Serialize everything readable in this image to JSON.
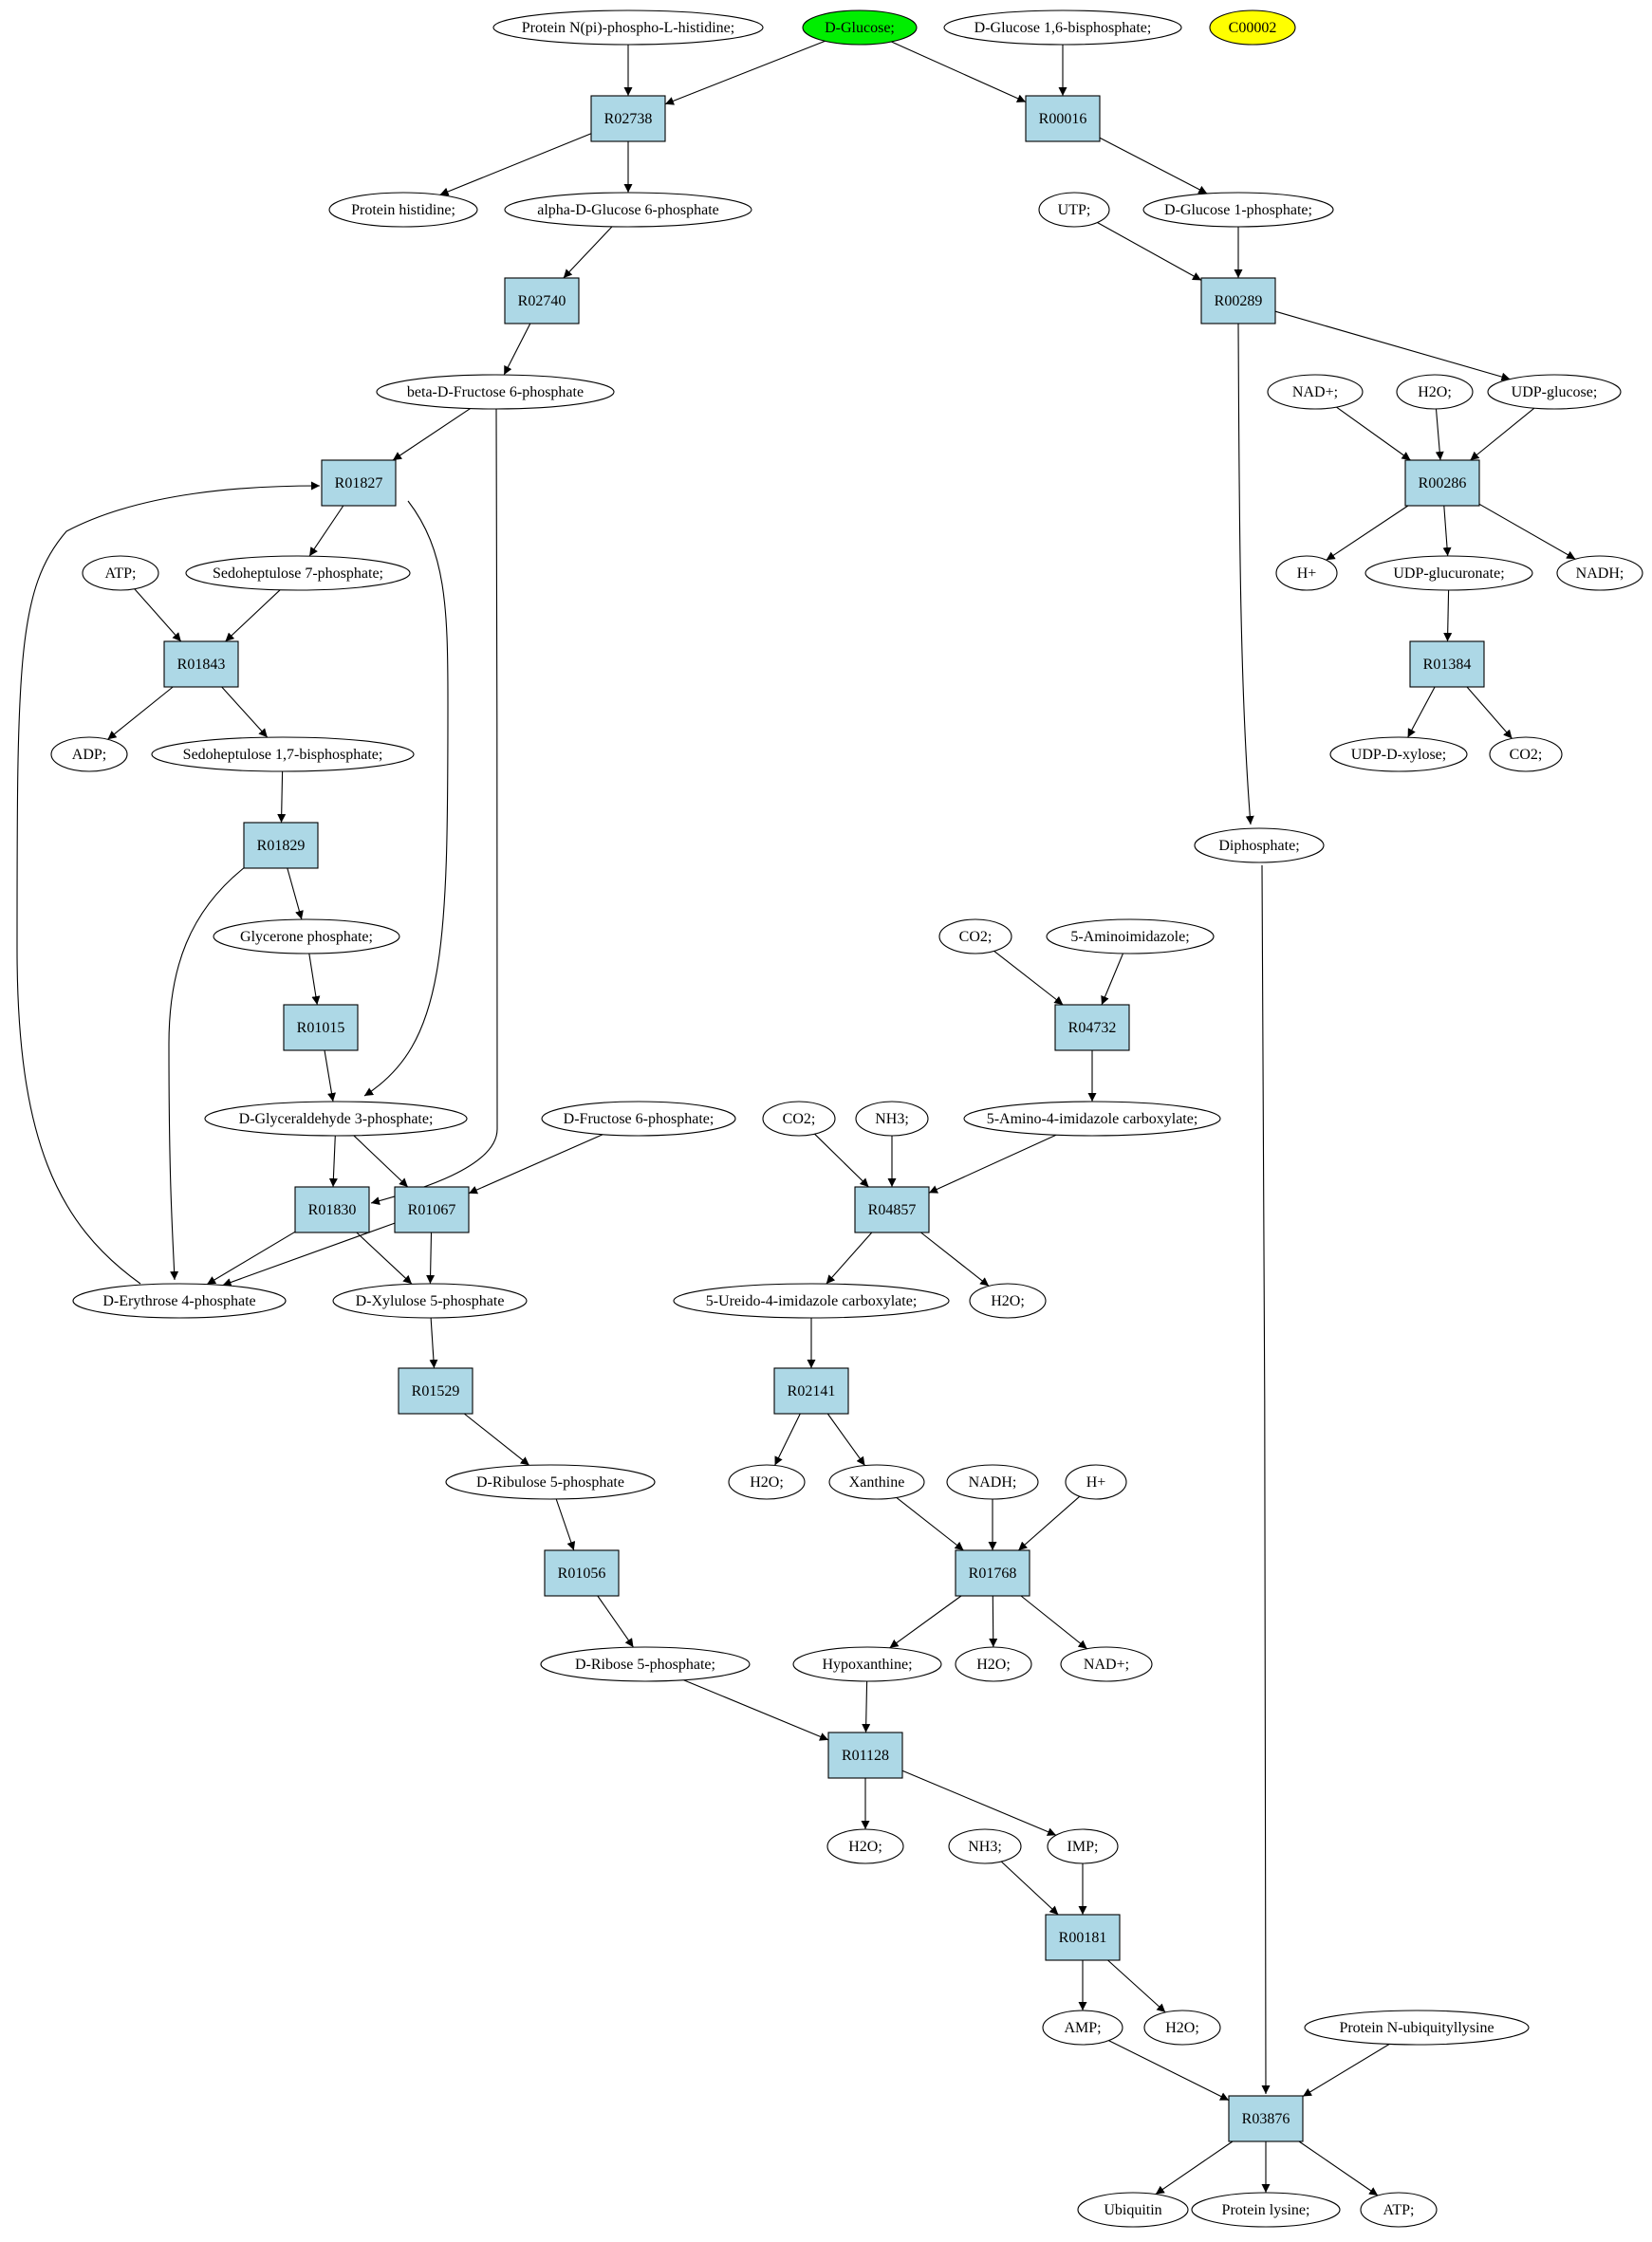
{
  "colors": {
    "reaction_fill": "#add8e6",
    "compound_fill": "#ffffff",
    "source_fill": "#00ee00",
    "highlight_fill": "#ffff00",
    "edge": "#000000"
  },
  "nodes": [
    {
      "id": "n_protein_npi",
      "label": "Protein N(pi)-phospho-L-histidine;",
      "kind": "compound"
    },
    {
      "id": "n_dglucose",
      "label": "D-Glucose;",
      "kind": "source"
    },
    {
      "id": "n_dglucose16bp",
      "label": "D-Glucose 1,6-bisphosphate;",
      "kind": "compound"
    },
    {
      "id": "n_c00002",
      "label": "C00002",
      "kind": "highlight"
    },
    {
      "id": "r_R02738",
      "label": "R02738",
      "kind": "reaction"
    },
    {
      "id": "r_R00016",
      "label": "R00016",
      "kind": "reaction"
    },
    {
      "id": "n_prot_his",
      "label": "Protein histidine;",
      "kind": "compound"
    },
    {
      "id": "n_ag6p",
      "label": "alpha-D-Glucose 6-phosphate",
      "kind": "compound"
    },
    {
      "id": "n_utp",
      "label": "UTP;",
      "kind": "compound"
    },
    {
      "id": "n_g1p",
      "label": "D-Glucose 1-phosphate;",
      "kind": "compound"
    },
    {
      "id": "r_R02740",
      "label": "R02740",
      "kind": "reaction"
    },
    {
      "id": "r_R00289",
      "label": "R00289",
      "kind": "reaction"
    },
    {
      "id": "n_bf6p",
      "label": "beta-D-Fructose 6-phosphate",
      "kind": "compound"
    },
    {
      "id": "n_nadp1",
      "label": "NAD+;",
      "kind": "compound"
    },
    {
      "id": "n_h2o_a",
      "label": "H2O;",
      "kind": "compound"
    },
    {
      "id": "n_udpglc",
      "label": "UDP-glucose;",
      "kind": "compound"
    },
    {
      "id": "r_R01827",
      "label": "R01827",
      "kind": "reaction"
    },
    {
      "id": "r_R00286",
      "label": "R00286",
      "kind": "reaction"
    },
    {
      "id": "n_atp_a",
      "label": "ATP;",
      "kind": "compound"
    },
    {
      "id": "n_s7p",
      "label": "Sedoheptulose 7-phosphate;",
      "kind": "compound"
    },
    {
      "id": "n_hplus_a",
      "label": "H+",
      "kind": "compound"
    },
    {
      "id": "n_udpglcA",
      "label": "UDP-glucuronate;",
      "kind": "compound"
    },
    {
      "id": "n_nadh_a",
      "label": "NADH;",
      "kind": "compound"
    },
    {
      "id": "r_R01843",
      "label": "R01843",
      "kind": "reaction"
    },
    {
      "id": "r_R01384",
      "label": "R01384",
      "kind": "reaction"
    },
    {
      "id": "n_adp",
      "label": "ADP;",
      "kind": "compound"
    },
    {
      "id": "n_s17bp",
      "label": "Sedoheptulose 1,7-bisphosphate;",
      "kind": "compound"
    },
    {
      "id": "n_udpxyl",
      "label": "UDP-D-xylose;",
      "kind": "compound"
    },
    {
      "id": "n_co2_a",
      "label": "CO2;",
      "kind": "compound"
    },
    {
      "id": "r_R01829",
      "label": "R01829",
      "kind": "reaction"
    },
    {
      "id": "n_diphos",
      "label": "Diphosphate;",
      "kind": "compound"
    },
    {
      "id": "n_glyp",
      "label": "Glycerone phosphate;",
      "kind": "compound"
    },
    {
      "id": "n_co2_b",
      "label": "CO2;",
      "kind": "compound"
    },
    {
      "id": "n_5aimid",
      "label": "5-Aminoimidazole;",
      "kind": "compound"
    },
    {
      "id": "r_R01015",
      "label": "R01015",
      "kind": "reaction"
    },
    {
      "id": "r_R04732",
      "label": "R04732",
      "kind": "reaction"
    },
    {
      "id": "n_g3p",
      "label": "D-Glyceraldehyde 3-phosphate;",
      "kind": "compound"
    },
    {
      "id": "n_f6p",
      "label": "D-Fructose 6-phosphate;",
      "kind": "compound"
    },
    {
      "id": "n_co2_c",
      "label": "CO2;",
      "kind": "compound"
    },
    {
      "id": "n_nh3_a",
      "label": "NH3;",
      "kind": "compound"
    },
    {
      "id": "n_5a4icarb",
      "label": "5-Amino-4-imidazole carboxylate;",
      "kind": "compound"
    },
    {
      "id": "r_R01830",
      "label": "R01830",
      "kind": "reaction"
    },
    {
      "id": "r_R01067",
      "label": "R01067",
      "kind": "reaction"
    },
    {
      "id": "r_R04857",
      "label": "R04857",
      "kind": "reaction"
    },
    {
      "id": "n_e4p",
      "label": "D-Erythrose 4-phosphate",
      "kind": "compound"
    },
    {
      "id": "n_x5p",
      "label": "D-Xylulose 5-phosphate",
      "kind": "compound"
    },
    {
      "id": "n_5u4icarb",
      "label": "5-Ureido-4-imidazole carboxylate;",
      "kind": "compound"
    },
    {
      "id": "n_h2o_b",
      "label": "H2O;",
      "kind": "compound"
    },
    {
      "id": "r_R01529",
      "label": "R01529",
      "kind": "reaction"
    },
    {
      "id": "r_R02141",
      "label": "R02141",
      "kind": "reaction"
    },
    {
      "id": "n_ru5p",
      "label": "D-Ribulose 5-phosphate",
      "kind": "compound"
    },
    {
      "id": "n_h2o_c",
      "label": "H2O;",
      "kind": "compound"
    },
    {
      "id": "n_xanth",
      "label": "Xanthine",
      "kind": "compound"
    },
    {
      "id": "n_nadh_b",
      "label": "NADH;",
      "kind": "compound"
    },
    {
      "id": "n_hplus_b",
      "label": "H+",
      "kind": "compound"
    },
    {
      "id": "r_R01056",
      "label": "R01056",
      "kind": "reaction"
    },
    {
      "id": "r_R01768",
      "label": "R01768",
      "kind": "reaction"
    },
    {
      "id": "n_r5p",
      "label": "D-Ribose 5-phosphate;",
      "kind": "compound"
    },
    {
      "id": "n_hypox",
      "label": "Hypoxanthine;",
      "kind": "compound"
    },
    {
      "id": "n_h2o_d",
      "label": "H2O;",
      "kind": "compound"
    },
    {
      "id": "n_nadp2",
      "label": "NAD+;",
      "kind": "compound"
    },
    {
      "id": "r_R01128",
      "label": "R01128",
      "kind": "reaction"
    },
    {
      "id": "n_h2o_e",
      "label": "H2O;",
      "kind": "compound"
    },
    {
      "id": "n_nh3_b",
      "label": "NH3;",
      "kind": "compound"
    },
    {
      "id": "n_imp",
      "label": "IMP;",
      "kind": "compound"
    },
    {
      "id": "r_R00181",
      "label": "R00181",
      "kind": "reaction"
    },
    {
      "id": "n_amp",
      "label": "AMP;",
      "kind": "compound"
    },
    {
      "id": "n_h2o_f",
      "label": "H2O;",
      "kind": "compound"
    },
    {
      "id": "n_pnubl",
      "label": "Protein N-ubiquityllysine",
      "kind": "compound"
    },
    {
      "id": "r_R03876",
      "label": "R03876",
      "kind": "reaction"
    },
    {
      "id": "n_ubiq",
      "label": "Ubiquitin",
      "kind": "compound"
    },
    {
      "id": "n_plys",
      "label": "Protein lysine;",
      "kind": "compound"
    },
    {
      "id": "n_atp_b",
      "label": "ATP;",
      "kind": "compound"
    }
  ],
  "edges": [
    [
      "n_protein_npi",
      "r_R02738"
    ],
    [
      "n_dglucose",
      "r_R02738"
    ],
    [
      "n_dglucose",
      "r_R00016"
    ],
    [
      "n_dglucose16bp",
      "r_R00016"
    ],
    [
      "r_R02738",
      "n_prot_his"
    ],
    [
      "r_R02738",
      "n_ag6p"
    ],
    [
      "r_R00016",
      "n_g1p"
    ],
    [
      "n_ag6p",
      "r_R02740"
    ],
    [
      "n_utp",
      "r_R00289"
    ],
    [
      "n_g1p",
      "r_R00289"
    ],
    [
      "r_R02740",
      "n_bf6p"
    ],
    [
      "r_R00289",
      "n_udpglc"
    ],
    [
      "r_R00289",
      "n_diphos"
    ],
    [
      "n_bf6p",
      "r_R01827"
    ],
    [
      "n_bf6p",
      "r_R01830"
    ],
    [
      "n_nadp1",
      "r_R00286"
    ],
    [
      "n_h2o_a",
      "r_R00286"
    ],
    [
      "n_udpglc",
      "r_R00286"
    ],
    [
      "r_R00286",
      "n_hplus_a"
    ],
    [
      "r_R00286",
      "n_udpglcA"
    ],
    [
      "r_R00286",
      "n_nadh_a"
    ],
    [
      "n_udpglcA",
      "r_R01384"
    ],
    [
      "r_R01384",
      "n_udpxyl"
    ],
    [
      "r_R01384",
      "n_co2_a"
    ],
    [
      "r_R01827",
      "n_s7p"
    ],
    [
      "r_R01827",
      "n_g3p"
    ],
    [
      "n_atp_a",
      "r_R01843"
    ],
    [
      "n_s7p",
      "r_R01843"
    ],
    [
      "r_R01843",
      "n_adp"
    ],
    [
      "r_R01843",
      "n_s17bp"
    ],
    [
      "n_s17bp",
      "r_R01829"
    ],
    [
      "r_R01829",
      "n_glyp"
    ],
    [
      "r_R01829",
      "n_e4p"
    ],
    [
      "n_glyp",
      "r_R01015"
    ],
    [
      "r_R01015",
      "n_g3p"
    ],
    [
      "n_g3p",
      "r_R01830"
    ],
    [
      "n_g3p",
      "r_R01067"
    ],
    [
      "n_f6p",
      "r_R01067"
    ],
    [
      "r_R01830",
      "n_e4p"
    ],
    [
      "r_R01830",
      "n_x5p"
    ],
    [
      "r_R01067",
      "n_e4p"
    ],
    [
      "r_R01067",
      "n_x5p"
    ],
    [
      "n_e4p",
      "r_R01827"
    ],
    [
      "n_x5p",
      "r_R01529"
    ],
    [
      "r_R01529",
      "n_ru5p"
    ],
    [
      "n_ru5p",
      "r_R01056"
    ],
    [
      "r_R01056",
      "n_r5p"
    ],
    [
      "n_co2_b",
      "r_R04732"
    ],
    [
      "n_5aimid",
      "r_R04732"
    ],
    [
      "r_R04732",
      "n_5a4icarb"
    ],
    [
      "n_co2_c",
      "r_R04857"
    ],
    [
      "n_nh3_a",
      "r_R04857"
    ],
    [
      "n_5a4icarb",
      "r_R04857"
    ],
    [
      "r_R04857",
      "n_5u4icarb"
    ],
    [
      "r_R04857",
      "n_h2o_b"
    ],
    [
      "n_5u4icarb",
      "r_R02141"
    ],
    [
      "r_R02141",
      "n_h2o_c"
    ],
    [
      "r_R02141",
      "n_xanth"
    ],
    [
      "n_xanth",
      "r_R01768"
    ],
    [
      "n_nadh_b",
      "r_R01768"
    ],
    [
      "n_hplus_b",
      "r_R01768"
    ],
    [
      "r_R01768",
      "n_hypox"
    ],
    [
      "r_R01768",
      "n_h2o_d"
    ],
    [
      "r_R01768",
      "n_nadp2"
    ],
    [
      "n_r5p",
      "r_R01128"
    ],
    [
      "n_hypox",
      "r_R01128"
    ],
    [
      "r_R01128",
      "n_h2o_e"
    ],
    [
      "r_R01128",
      "n_imp"
    ],
    [
      "n_nh3_b",
      "r_R00181"
    ],
    [
      "n_imp",
      "r_R00181"
    ],
    [
      "r_R00181",
      "n_amp"
    ],
    [
      "r_R00181",
      "n_h2o_f"
    ],
    [
      "n_amp",
      "r_R03876"
    ],
    [
      "n_diphos",
      "r_R03876"
    ],
    [
      "n_pnubl",
      "r_R03876"
    ],
    [
      "r_R03876",
      "n_ubiq"
    ],
    [
      "r_R03876",
      "n_plys"
    ],
    [
      "r_R03876",
      "n_atp_b"
    ]
  ]
}
